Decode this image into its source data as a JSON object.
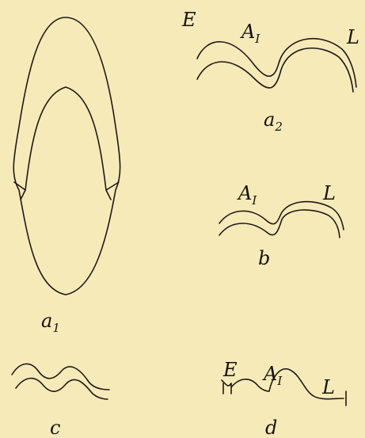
{
  "labels": {
    "a1": {
      "main": "a",
      "sub": "1"
    },
    "a2": {
      "main": "a",
      "sub": "2"
    },
    "b": "b",
    "c": "c",
    "d": "d",
    "E_top": "E",
    "A1_top": {
      "main": "A",
      "sub": "I"
    },
    "L_top": "L",
    "A1_b": {
      "main": "A",
      "sub": "I"
    },
    "L_b": "L",
    "E_d": "E",
    "A1_d": {
      "main": "A",
      "sub": "I"
    },
    "L_d": "L"
  },
  "colors": {
    "background": "#f7eab9",
    "ink": "#1d1a16"
  }
}
